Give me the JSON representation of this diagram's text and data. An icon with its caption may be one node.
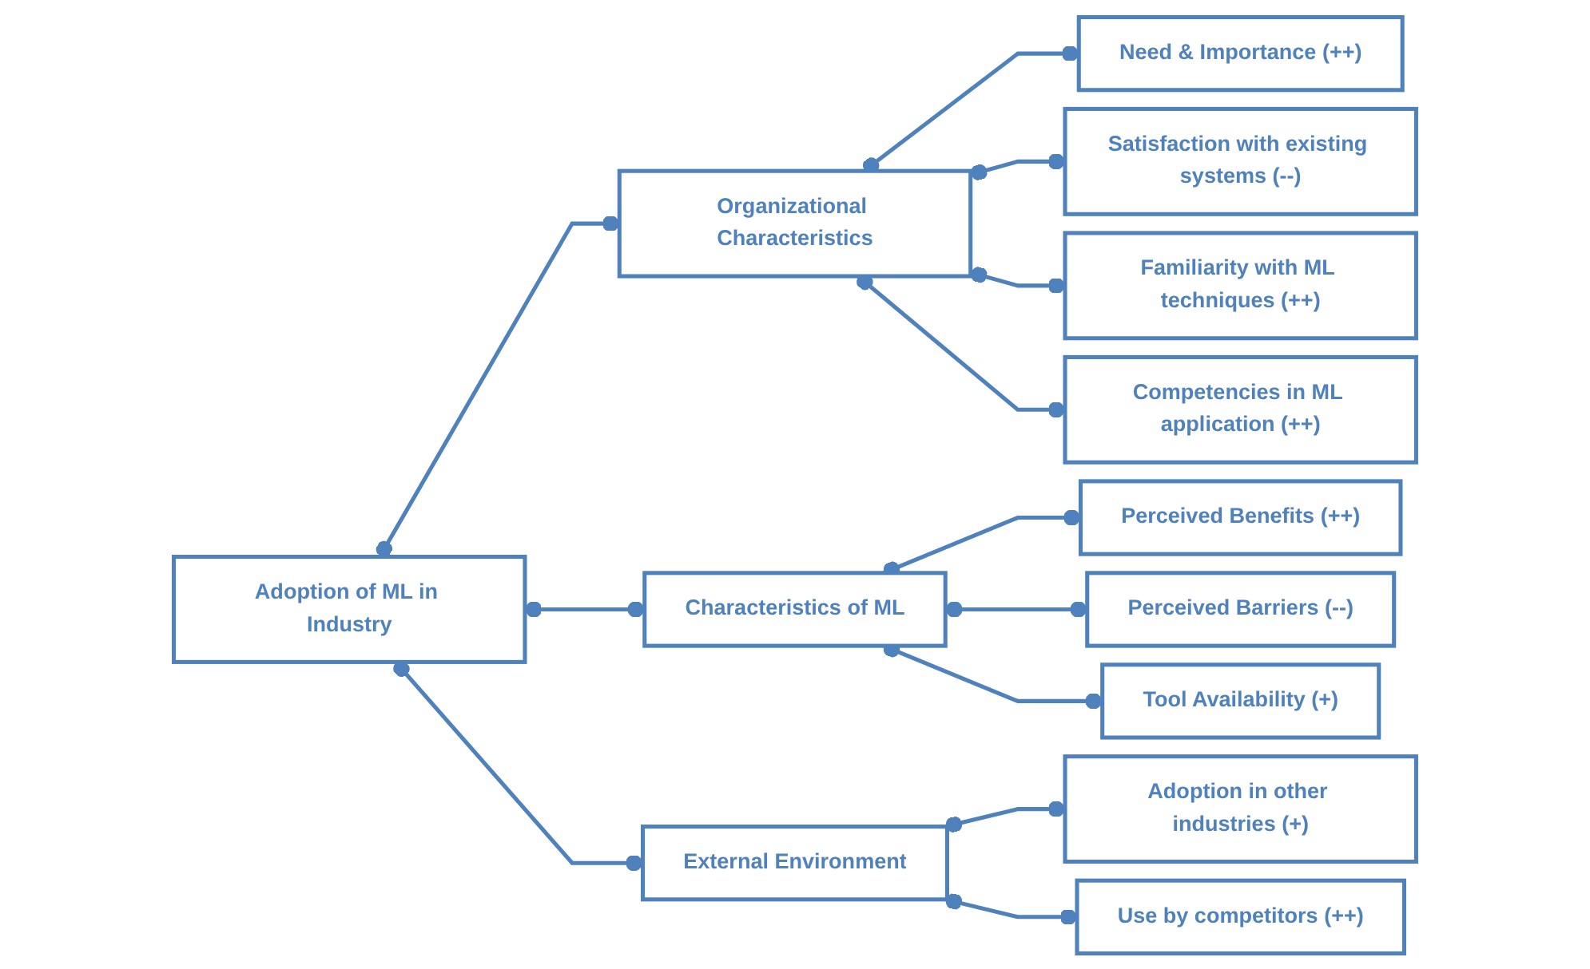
{
  "diagram": {
    "nodes": [
      {
        "text": [
          "Adoption of ML in Industry"
        ]
      },
      {
        "text": [
          "Organizational Characteristics"
        ]
      },
      {
        "text": [
          "Characteristics of ML"
        ]
      },
      {
        "text": [
          "External Environment"
        ]
      },
      {
        "text": [
          "Need & Importance (++)"
        ]
      },
      {
        "text": [
          "Satisfaction with existing systems (--)"
        ]
      },
      {
        "text": [
          "Familiarity with ML techniques (++)"
        ]
      },
      {
        "text": [
          "Competencies in ML application (++)"
        ]
      },
      {
        "text": [
          "Perceived Benefits (++)"
        ]
      },
      {
        "text": [
          "Perceived Barriers (--)"
        ]
      },
      {
        "text": [
          "Tool Availability (+)"
        ]
      },
      {
        "text": [
          "Adoption in other industries (+)"
        ]
      },
      {
        "text": [
          "Use by competitors (++)"
        ]
      }
    ],
    "edges": [
      {
        "from": 0,
        "to": 1,
        "arrow": "other"
      },
      {
        "from": 0,
        "to": 2,
        "arrow": "other"
      },
      {
        "from": 0,
        "to": 3,
        "arrow": "other"
      },
      {
        "from": 1,
        "to": 4,
        "arrow": "other"
      },
      {
        "from": 1,
        "to": 5,
        "arrow": "other"
      },
      {
        "from": 1,
        "to": 6,
        "arrow": "other"
      },
      {
        "from": 1,
        "to": 7,
        "arrow": "other"
      },
      {
        "from": 2,
        "to": 8,
        "arrow": "other"
      },
      {
        "from": 2,
        "to": 9,
        "arrow": "other"
      },
      {
        "from": 2,
        "to": 10,
        "arrow": "other"
      },
      {
        "from": 3,
        "to": 11,
        "arrow": "other"
      },
      {
        "from": 3,
        "to": 12,
        "arrow": "other"
      }
    ]
  }
}
